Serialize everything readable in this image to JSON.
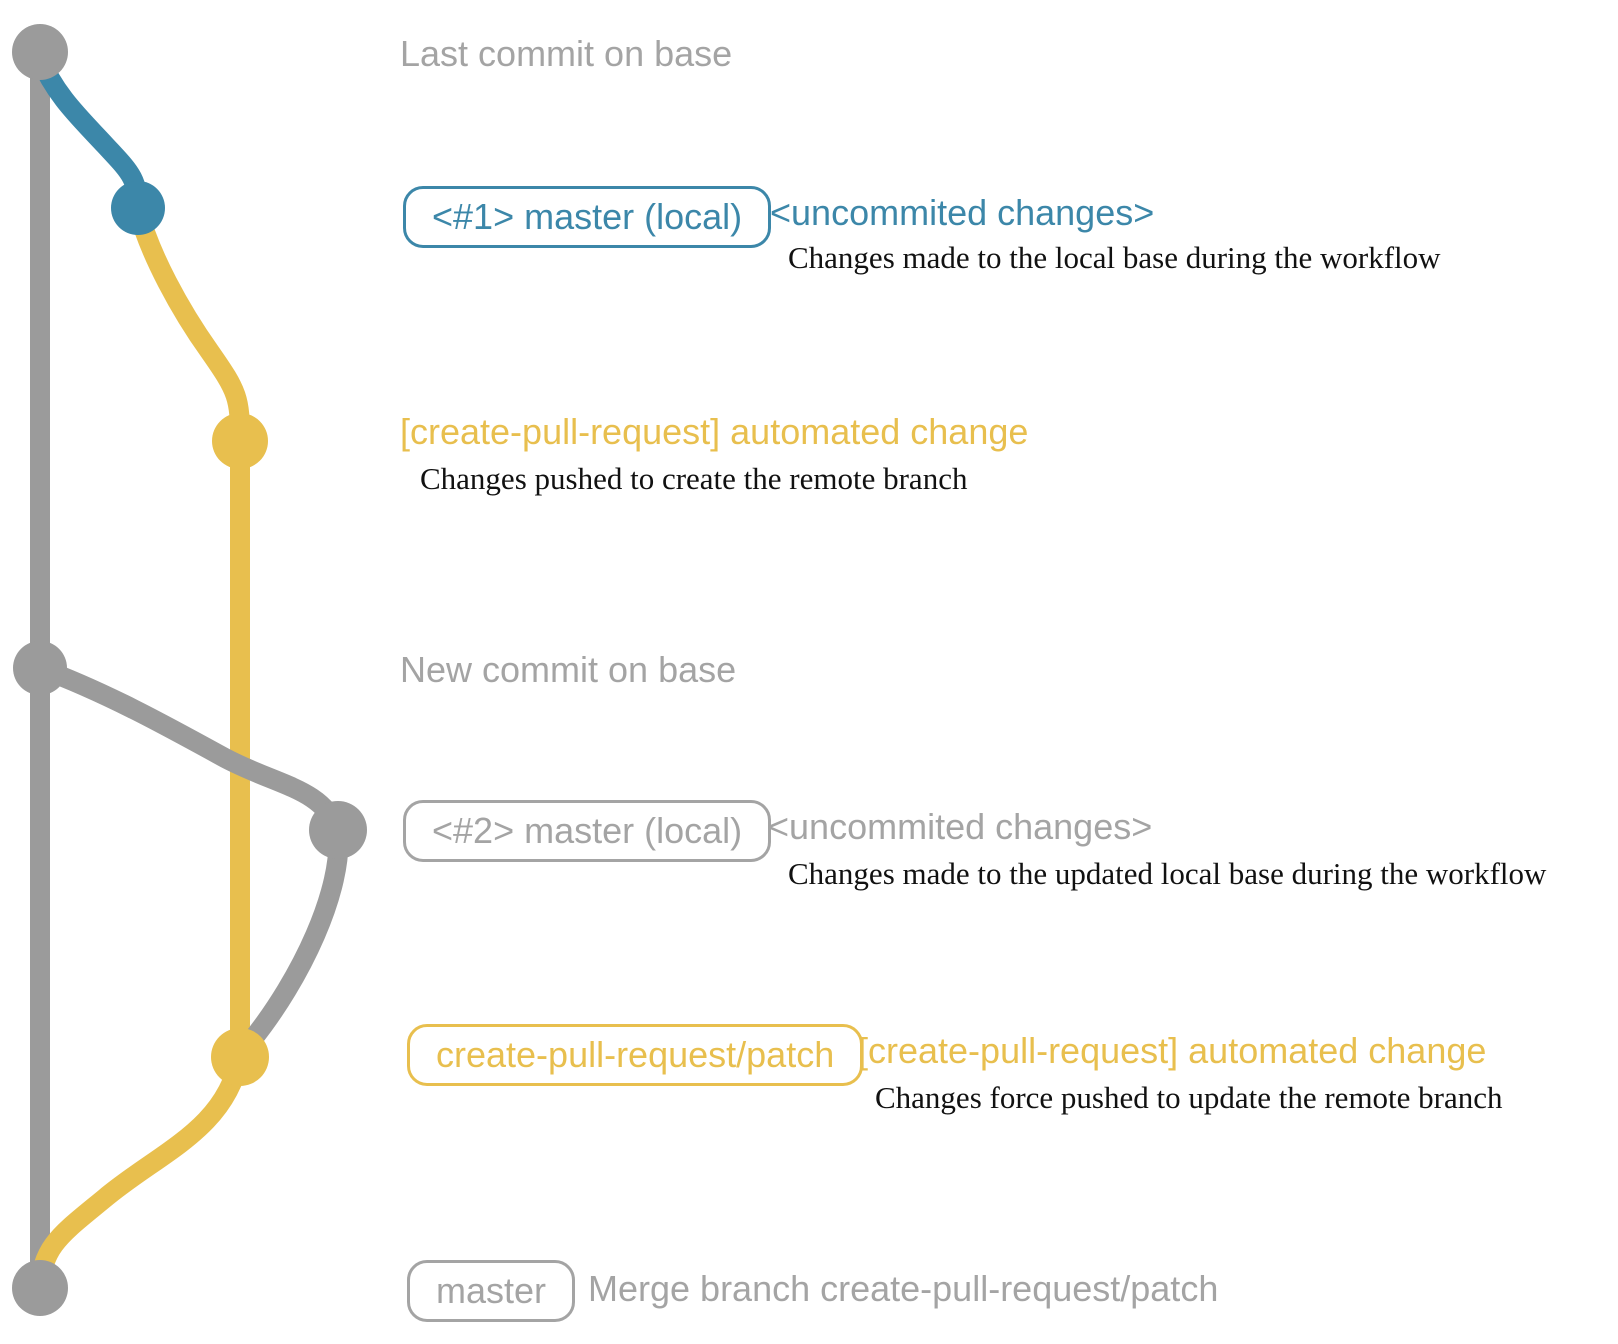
{
  "colors": {
    "graph-gray": "#9b9b9b",
    "text-gray": "#a4a4a4",
    "blue": "#3c87a9",
    "yellow": "#e8bf4e",
    "text-dark": "#111111"
  },
  "graph": {
    "branches": [
      {
        "name": "base",
        "color": "#9b9b9b"
      },
      {
        "name": "master (local) #1",
        "color": "#3c87a9"
      },
      {
        "name": "create-pull-request/patch",
        "color": "#e8bf4e"
      },
      {
        "name": "master (local) #2",
        "color": "#9b9b9b"
      }
    ],
    "commits": [
      {
        "id": "last-commit-on-base",
        "branch": "base",
        "color": "#9b9b9b"
      },
      {
        "id": "uncommitted-changes-1",
        "branch": "master (local) #1",
        "color": "#3c87a9"
      },
      {
        "id": "automated-change-1",
        "branch": "create-pull-request/patch",
        "color": "#e8bf4e"
      },
      {
        "id": "new-commit-on-base",
        "branch": "base",
        "color": "#9b9b9b"
      },
      {
        "id": "uncommitted-changes-2",
        "branch": "master (local) #2",
        "color": "#9b9b9b"
      },
      {
        "id": "automated-change-2",
        "branch": "create-pull-request/patch",
        "color": "#e8bf4e"
      },
      {
        "id": "merge-commit",
        "branch": "base",
        "color": "#9b9b9b"
      }
    ]
  },
  "annotations": {
    "last_commit_label": "Last commit on base",
    "row1": {
      "pill": "<#1> master (local)",
      "title": "<uncommited changes>",
      "desc": "Changes made to the local base during the workflow"
    },
    "row2": {
      "title": "[create-pull-request] automated change",
      "desc": "Changes pushed to create the remote branch"
    },
    "new_commit_label": "New commit on base",
    "row3": {
      "pill": "<#2> master (local)",
      "title": "<uncommited changes>",
      "desc": "Changes made to the updated local base during the workflow"
    },
    "row4": {
      "pill": "create-pull-request/patch",
      "title": "[create-pull-request] automated change",
      "desc": "Changes force pushed to update the remote branch"
    },
    "row5": {
      "pill": "master",
      "title": "Merge branch create-pull-request/patch"
    }
  }
}
